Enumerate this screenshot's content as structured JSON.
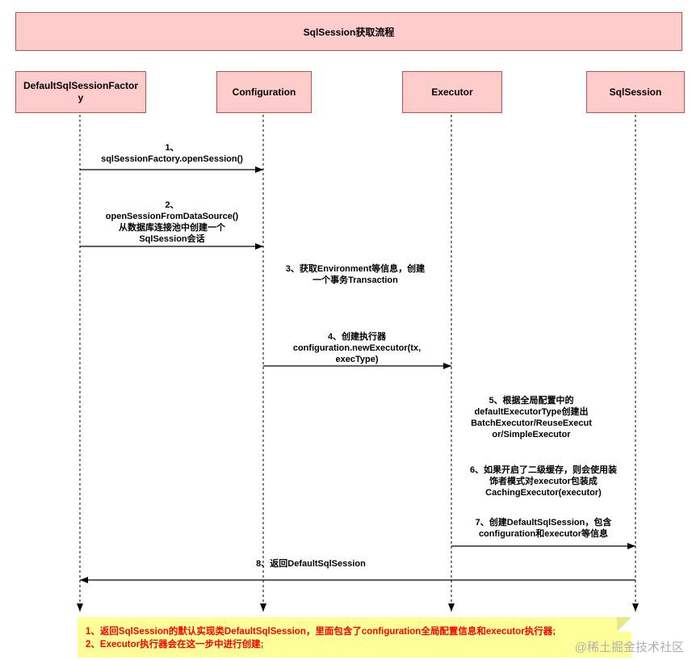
{
  "title": "SqlSession获取流程",
  "actors": [
    {
      "id": "factory",
      "label_lines": [
        "DefaultSqlSessionFactor",
        "y"
      ]
    },
    {
      "id": "configuration",
      "label_lines": [
        "Configuration"
      ]
    },
    {
      "id": "executor",
      "label_lines": [
        "Executor"
      ]
    },
    {
      "id": "sqlsession",
      "label_lines": [
        "SqlSession"
      ]
    }
  ],
  "messages": [
    {
      "lines": [
        "1、",
        "sqlSessionFactory.openSession()"
      ]
    },
    {
      "lines": [
        "2、",
        "openSessionFromDataSource()",
        "从数据库连接池中创建一个",
        "SqlSession会话"
      ]
    },
    {
      "lines": [
        "3、获取Environment等信息，创建",
        "一个事务Transaction"
      ]
    },
    {
      "lines": [
        "4、创建执行器",
        "configuration.newExecutor(tx,",
        "execType)"
      ]
    },
    {
      "lines": [
        "5、根据全局配置中的",
        "defaultExecutorType创建出",
        "BatchExecutor/ReuseExecut",
        "or/SimpleExecutor"
      ]
    },
    {
      "lines": [
        "6、如果开启了二级缓存，则会使用装",
        "饰者模式对executor包装成",
        "CachingExecutor(executor)"
      ]
    },
    {
      "lines": [
        "7、创建DefaultSqlSession，包含",
        "configuration和executor等信息"
      ]
    },
    {
      "lines": [
        "8、返回DefaultSqlSession"
      ]
    }
  ],
  "note": {
    "lines": [
      "1、返回SqlSession的默认实现类DefaultSqlSession，里面包含了configuration全局配置信息和executor执行器;",
      "2、Executor执行器会在这一步中进行创建;"
    ]
  },
  "watermark": "@稀土掘金技术社区",
  "colors": {
    "box_fill": "#ffcccc",
    "box_stroke": "#b85450",
    "note_fill": "#ffff99",
    "note_text": "#ff0000"
  }
}
